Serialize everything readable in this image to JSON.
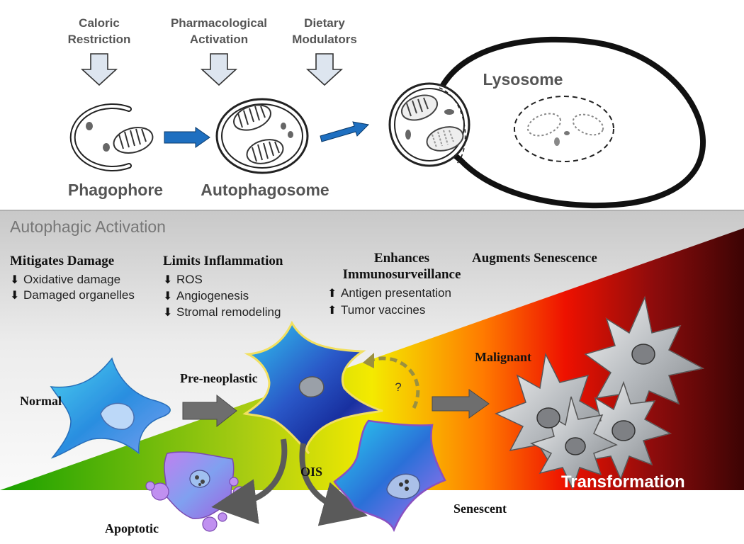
{
  "inducers": [
    {
      "line1": "Caloric",
      "line2": "Restriction"
    },
    {
      "line1": "Pharmacological",
      "line2": "Activation"
    },
    {
      "line1": "Dietary",
      "line2": "Modulators"
    }
  ],
  "stages": {
    "phagophore": "Phagophore",
    "autophagosome": "Autophagosome",
    "lysosome": "Lysosome"
  },
  "section_title": "Autophagic Activation",
  "effects": {
    "mitigates": {
      "title": "Mitigates Damage",
      "items": [
        {
          "dir": "down",
          "text": "Oxidative damage"
        },
        {
          "dir": "down",
          "text": "Damaged organelles"
        }
      ]
    },
    "limits": {
      "title": "Limits Inflammation",
      "items": [
        {
          "dir": "down",
          "text": "ROS"
        },
        {
          "dir": "down",
          "text": "Angiogenesis"
        },
        {
          "dir": "down",
          "text": "Stromal remodeling"
        }
      ]
    },
    "enhances": {
      "title1": "Enhances",
      "title2": "Immunosurveillance",
      "items": [
        {
          "dir": "up",
          "text": "Antigen presentation"
        },
        {
          "dir": "up",
          "text": "Tumor vaccines"
        }
      ]
    },
    "augments": {
      "title": "Augments Senescence"
    }
  },
  "cells": {
    "normal": "Normal",
    "preneoplastic": "Pre-neoplastic",
    "malignant": "Malignant",
    "apoptotic": "Apoptotic",
    "senescent": "Senescent",
    "ois": "OIS",
    "question": "?"
  },
  "transformation_label": "Transformation",
  "colors": {
    "gradient": [
      "#18a000",
      "#9ccc14",
      "#f4ea00",
      "#ff7a00",
      "#ee1100",
      "#8c0c0c",
      "#3c0404"
    ],
    "cell_blue": "#3aa0e0",
    "cell_grey": "#b4b8bd",
    "arrow_blue": "#1e6fc0",
    "arrow_grey": "#6e6e6e"
  }
}
